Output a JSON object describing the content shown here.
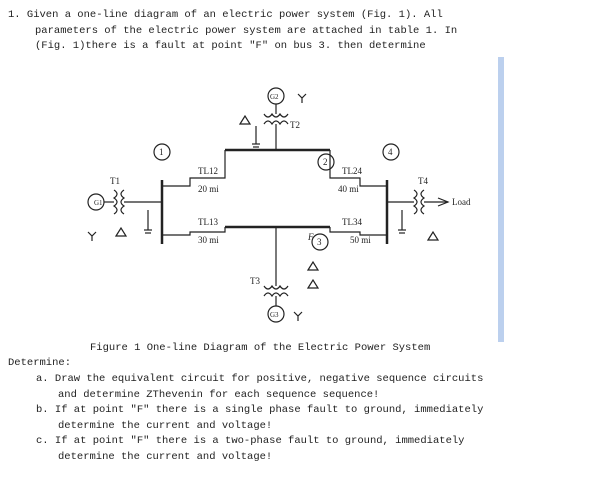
{
  "question": {
    "line1": "1. Given a one-line diagram of an electric power system (Fig. 1). All",
    "line2": "parameters of the electric power system are attached in table 1. In",
    "line3": "(Fig. 1)there is a fault at point \"F\" on bus 3. then determine"
  },
  "figure": {
    "caption": "Figure 1 One-line Diagram of the Electric Power System",
    "generators": [
      "G1",
      "G2",
      "G3"
    ],
    "transformers": [
      "T1",
      "T2",
      "T3",
      "T4"
    ],
    "buses": [
      "1",
      "2",
      "3",
      "4"
    ],
    "lines": [
      {
        "name": "TL12",
        "length": "20 mi"
      },
      {
        "name": "TL24",
        "length": "40 mi"
      },
      {
        "name": "TL13",
        "length": "30 mi"
      },
      {
        "name": "TL34",
        "length": "50 mi"
      }
    ],
    "fault_label": "F",
    "load_label": "Load"
  },
  "determine": {
    "heading": "Determine:",
    "a_line1": "a. Draw the equivalent circuit for positive, negative sequence circuits",
    "a_line2": "and determine ZThevenin for each sequence sequence!",
    "b_line1": "b. If at point \"F\" there is a single phase fault to ground, immediately",
    "b_line2": "determine the current and voltage!",
    "c_line1": "c. If at point \"F\" there is a two-phase fault to ground, immediately",
    "c_line2": "determine the current and voltage!"
  }
}
